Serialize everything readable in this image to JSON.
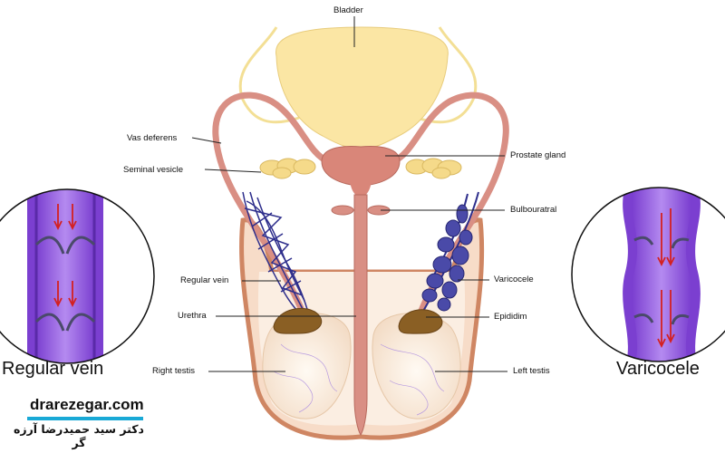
{
  "labels": {
    "bladder": "Bladder",
    "vas_deferens": "Vas deferens",
    "seminal_vesicle": "Seminal vesicle",
    "prostate_gland": "Prostate gland",
    "bulbourethral": "Bulbouratral",
    "regular_vein": "Regular vein",
    "varicocele": "Varicocele",
    "urethra": "Urethra",
    "epididymis": "Epididim",
    "right_testis": "Right testis",
    "left_testis": "Left testis"
  },
  "insets": {
    "left_caption": "Regular vein",
    "right_caption": "Varicocele"
  },
  "watermark": {
    "site": "drarezegar.com",
    "doctor": "دکتر سید حمیدرضا آرزه گر"
  },
  "colors": {
    "bladder": "#fbe6a4",
    "duct": "#d98f84",
    "prostate": "#d98679",
    "vesicle": "#f5da8a",
    "vein": "#2e2e8c",
    "varicocele": "#4a4aa8",
    "epididymis": "#8a5f24",
    "testis": "#fbf1e5",
    "vein_inset": "#9a66e0",
    "blood_arrow": "#d42020",
    "brand_bar": "#19a9d6"
  }
}
